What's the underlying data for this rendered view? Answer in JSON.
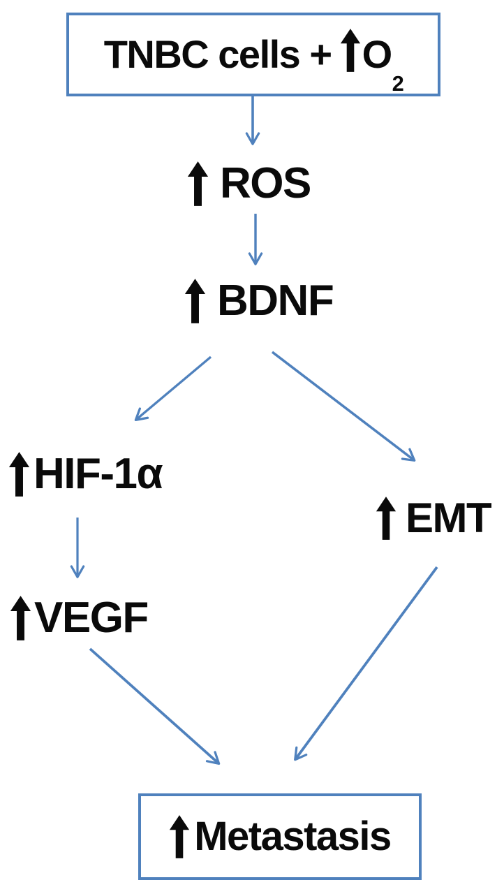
{
  "colors": {
    "accent": "#4F81BD",
    "text": "#000000",
    "background": "#FFFFFF"
  },
  "icons": {
    "up_arrow": "↑"
  },
  "nodes": {
    "tnbc": {
      "prefix": "TNBC cells +",
      "gas": "O",
      "gas_subscript": "2",
      "boxed": true
    },
    "ros": {
      "label": "ROS",
      "boxed": false
    },
    "bdnf": {
      "label": "BDNF",
      "boxed": false
    },
    "hif1a": {
      "label": "HIF-1α",
      "boxed": false
    },
    "emt": {
      "label": "EMT",
      "boxed": false
    },
    "vegf": {
      "label": "VEGF",
      "boxed": false
    },
    "metastasis": {
      "label": "Metastasis",
      "boxed": true
    }
  },
  "edges": [
    {
      "from": "tnbc",
      "to": "ros"
    },
    {
      "from": "ros",
      "to": "bdnf"
    },
    {
      "from": "bdnf",
      "to": "hif1a"
    },
    {
      "from": "bdnf",
      "to": "emt"
    },
    {
      "from": "hif1a",
      "to": "vegf"
    },
    {
      "from": "vegf",
      "to": "metastasis"
    },
    {
      "from": "emt",
      "to": "metastasis"
    }
  ]
}
